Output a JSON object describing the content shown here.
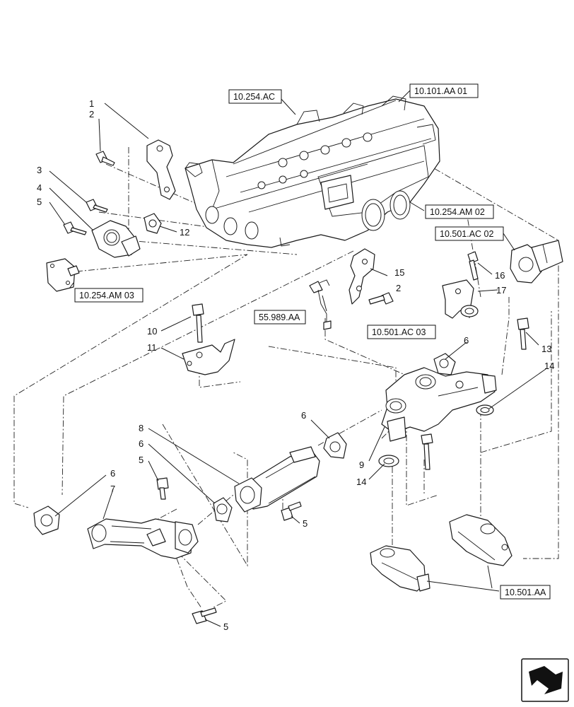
{
  "callouts": [
    "1",
    "2",
    "3",
    "4",
    "5",
    "12",
    "15",
    "2",
    "16",
    "17",
    "10",
    "11",
    "13",
    "6",
    "14",
    "6",
    "8",
    "6",
    "5",
    "9",
    "14",
    "6",
    "7",
    "5",
    "5"
  ],
  "references": [
    "10.254.AC",
    "10.101.AA 01",
    "10.254.AM 02",
    "10.501.AC 02",
    "10.254.AM 03",
    "55.989.AA",
    "10.501.AC 03",
    "10.501.AA"
  ],
  "icons": [
    "engine-block",
    "navigation-arrow-icon"
  ]
}
